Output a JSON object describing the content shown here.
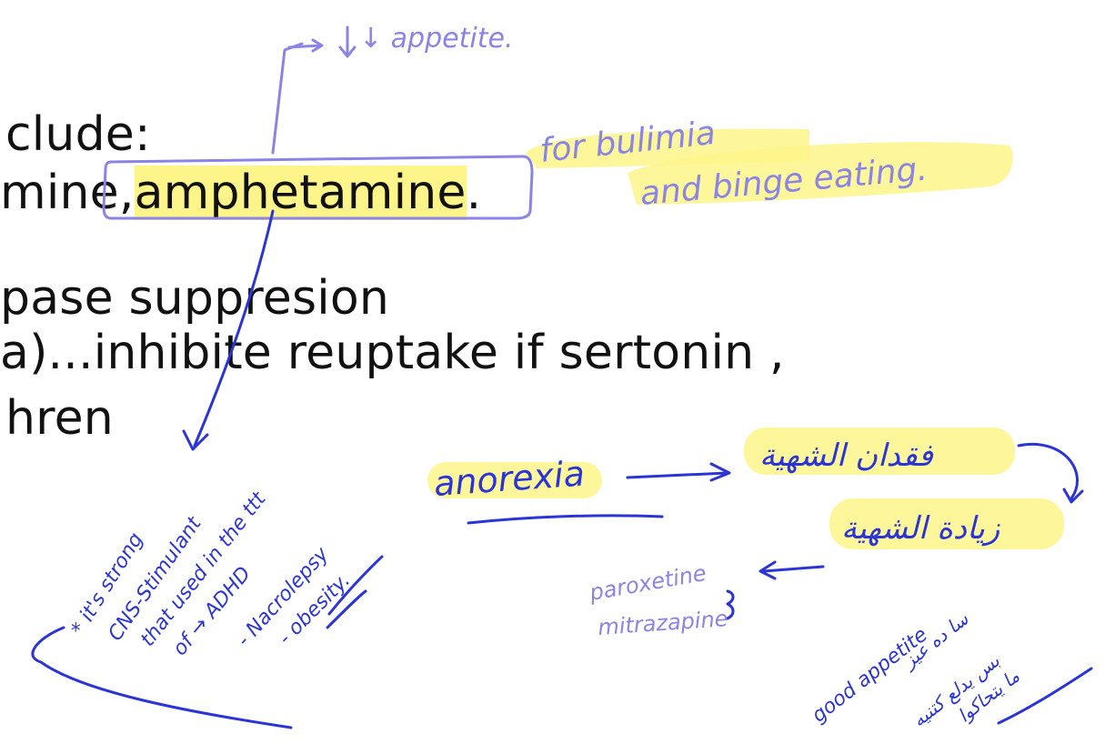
{
  "slide": {
    "line1": "clude:",
    "line2_prefix": "mine,",
    "line2_highlight": "amphetamine",
    "line2_suffix": ".",
    "line3": "pase suppresion",
    "line4": "a)...inhibite reuptake if sertonin ,",
    "line5": "hren"
  },
  "annotations": {
    "appetite": "↓ appetite.",
    "bulimia_line1": "for bulimia",
    "bulimia_line2": "and binge eating.",
    "stimulant_note": "* it's strong CNS-Stimulant that used in the ttt of → ADHD - Nacrolepsy - obesity.",
    "anorexia": "anorexia",
    "arabic_1": "فقدان الشهية",
    "arabic_2": "زيادة الشهية",
    "paroxetine": "paroxetine",
    "mitrazapine": "mitrazapine",
    "good_appetite_note": "good appetite",
    "highlight_color": "#fef58a",
    "ink_blue": "#2b35d6",
    "ink_purple": "#8a84e6"
  }
}
